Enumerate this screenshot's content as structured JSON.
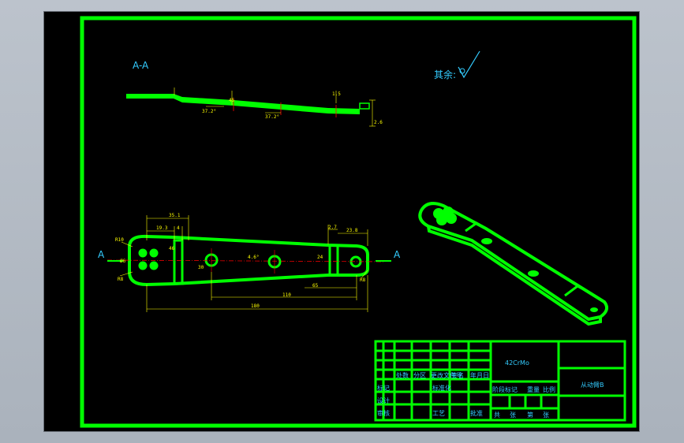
{
  "drawing": {
    "section_label": "A-A",
    "section_marker_left": "A",
    "section_marker_right": "A",
    "surface_note": "其余:",
    "dims_section": {
      "t1": "1.5",
      "t2": "45",
      "t3": "2.6",
      "a1": "37.2°",
      "a2": "37.2°"
    },
    "dims_plan": {
      "d1": "35.1",
      "d2": "19.3",
      "d3": "4",
      "d4": "2.7",
      "d5": "23.8",
      "angle": "4.6°",
      "d6": "110",
      "d7": "180",
      "d8": "65",
      "d9": "R10",
      "d10": "R8",
      "d11": "46",
      "d12": "24",
      "d13": "30",
      "d14": "R8",
      "d15": "Ø6"
    }
  },
  "title_block": {
    "material": "42CrMo",
    "part_name": "从动臂B",
    "row_labels_a": [
      "标记",
      "处数",
      "分区",
      "更改文件号",
      "签名",
      "年月日"
    ],
    "row_labels_b": [
      "设计",
      "标准化"
    ],
    "row_labels_c": [
      "审核"
    ],
    "row_labels_d": [
      "工艺",
      "批准"
    ],
    "stage_labels": [
      "阶段标记",
      "重量",
      "比例"
    ],
    "sheet_labels": [
      "共",
      "张",
      "第",
      "张"
    ]
  }
}
